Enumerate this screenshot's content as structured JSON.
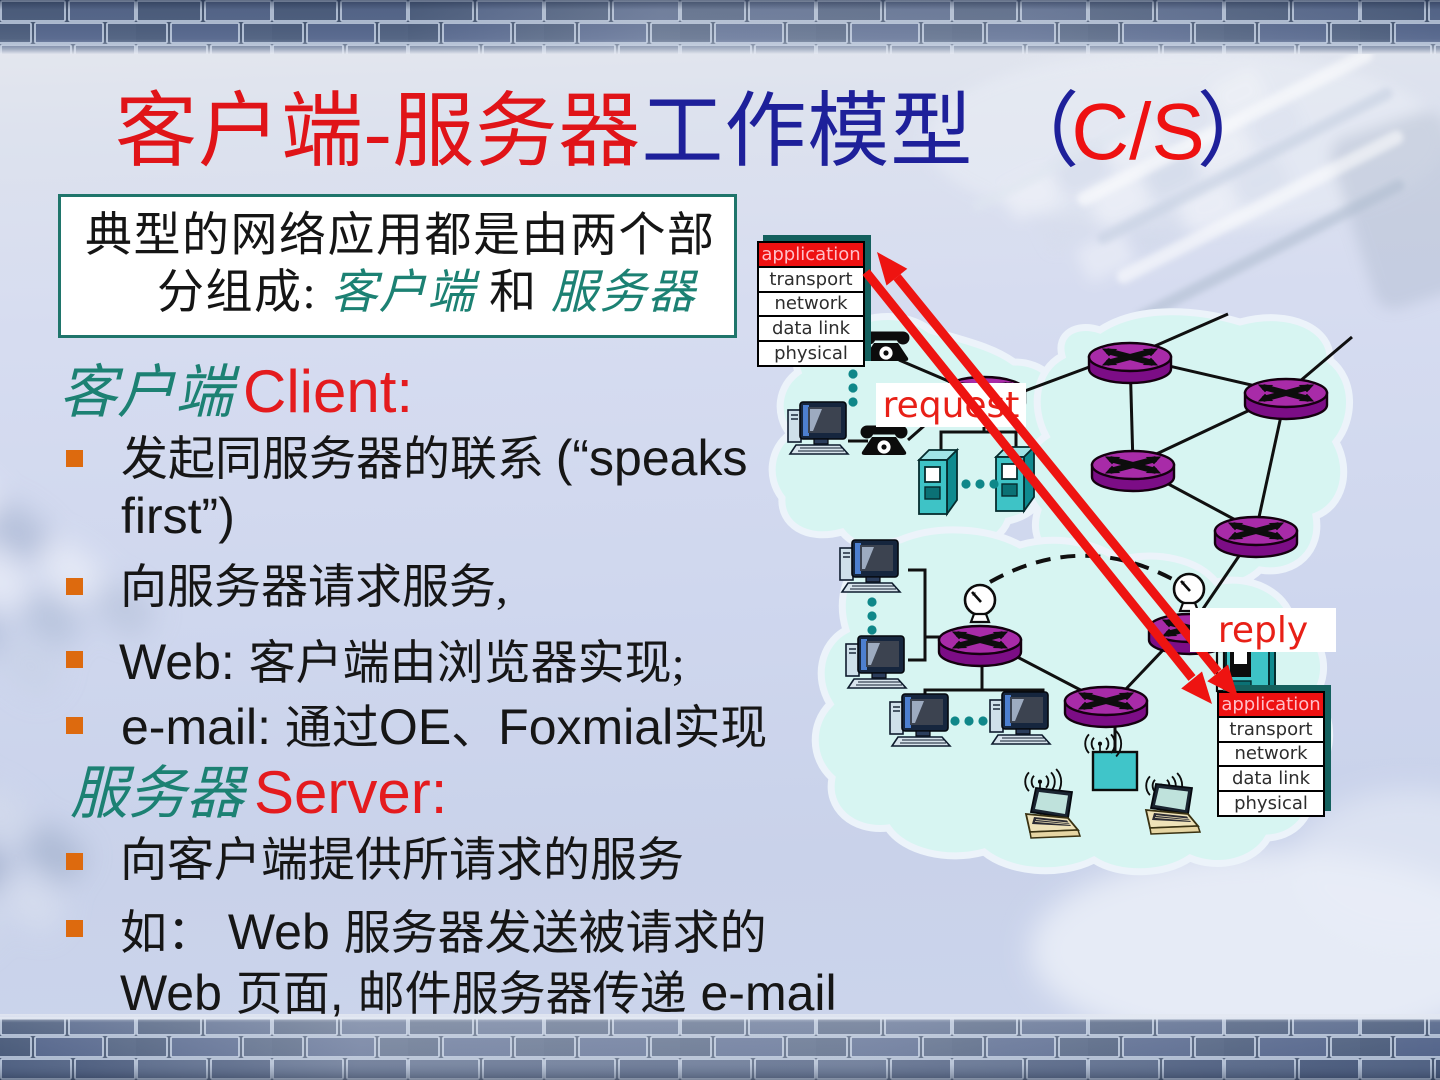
{
  "slide": {
    "title": {
      "cjk_red": "客户端-服务器",
      "cjk_blue": "工作模型",
      "paren_open": "（",
      "cs": "C/S",
      "paren_close": "）"
    },
    "info_box": {
      "line1": "典型的网络应用都是由两个部",
      "line2_prefix": "分组成: ",
      "line2_client": "客户端",
      "line2_and": " 和 ",
      "line2_server": "服务器"
    },
    "sections": [
      {
        "heading_cjk": "客户端",
        "heading_latin": "Client:",
        "bullets": [
          {
            "lines": [
              [
                {
                  "f": "cjk",
                  "text": "发起同服务器的联系 "
                },
                {
                  "f": "lat",
                  "text": "(“speaks"
                }
              ],
              [
                {
                  "f": "lat",
                  "text": "first”)"
                }
              ]
            ]
          },
          {
            "lines": [
              [
                {
                  "f": "cjk",
                  "text": "向服务器请求服务,"
                }
              ]
            ]
          },
          {
            "lines": [
              [
                {
                  "f": "lat",
                  "text": "Web: "
                },
                {
                  "f": "cjk",
                  "text": "客户端由浏览器实现;"
                }
              ]
            ]
          },
          {
            "lines": [
              [
                {
                  "f": "lat",
                  "text": "e-mail: "
                },
                {
                  "f": "cjk",
                  "text": "通过"
                },
                {
                  "f": "lat",
                  "text": "OE"
                },
                {
                  "f": "cjk",
                  "text": "、"
                },
                {
                  "f": "lat",
                  "text": "Foxmial"
                },
                {
                  "f": "cjk",
                  "text": "实现"
                }
              ]
            ]
          }
        ]
      },
      {
        "heading_cjk": "服务器",
        "heading_latin": "Server:",
        "bullets": [
          {
            "lines": [
              [
                {
                  "f": "cjk",
                  "text": "向客户端提供所请求的服务"
                }
              ]
            ]
          },
          {
            "lines": [
              [
                {
                  "f": "cjk",
                  "text": "如："
                },
                {
                  "f": "lat",
                  "text": "  Web "
                },
                {
                  "f": "cjk",
                  "text": "服务器发送被请求的"
                }
              ],
              [
                {
                  "f": "lat",
                  "text": "Web "
                },
                {
                  "f": "cjk",
                  "text": "页面"
                },
                {
                  "f": "lat",
                  "text": ", "
                },
                {
                  "f": "cjk",
                  "text": "邮件服务器传递"
                },
                {
                  "f": "lat",
                  "text": " e-mail"
                }
              ]
            ]
          }
        ]
      }
    ],
    "diagram": {
      "protocol_stack_layers": [
        "application",
        "transport",
        "network",
        "data link",
        "physical"
      ],
      "request_label": "request",
      "reply_label": "reply"
    },
    "colors": {
      "title_red": "#e01418",
      "title_blue": "#1e209a",
      "teal_text": "#1c8173",
      "bullet_orange": "#dd6a0e",
      "cloud_fill": "#d7f5f2",
      "router_purple": "#a3219e",
      "server_teal": "#3ec3c6",
      "arrow_red": "#ee1411",
      "stack_app_red": "#ee1111",
      "brick_slate": "#5b6b87"
    }
  }
}
